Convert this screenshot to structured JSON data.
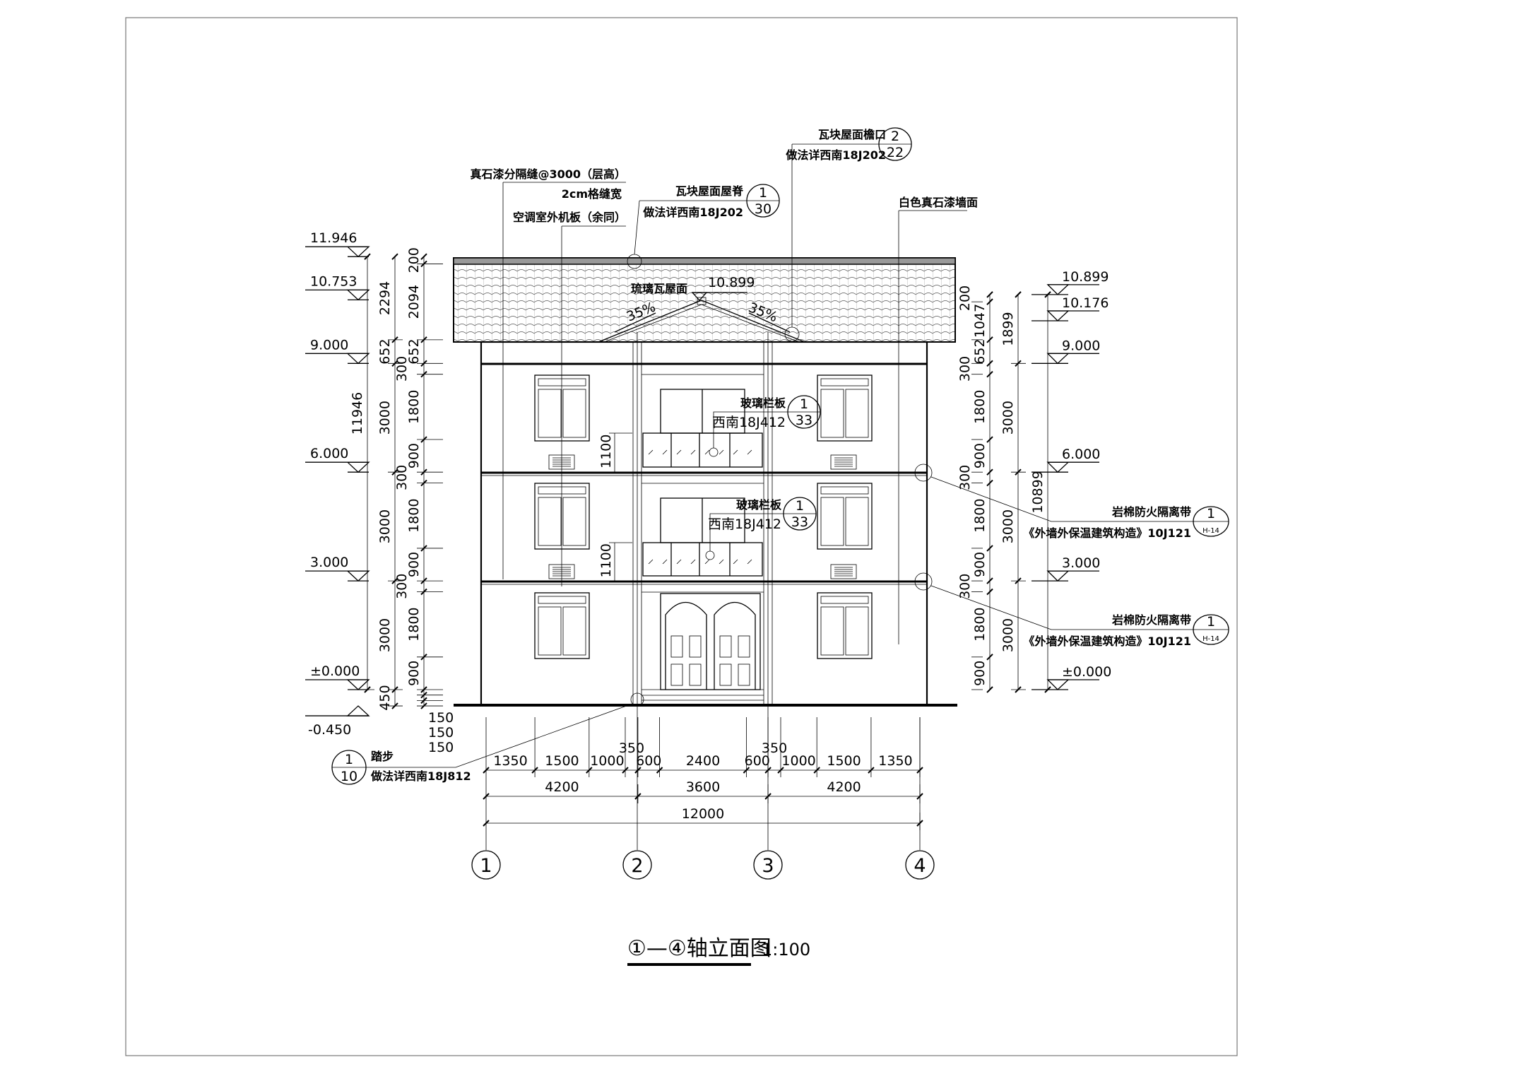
{
  "title": {
    "label": "①—④轴立面图",
    "scale": "1:100"
  },
  "levels_left": [
    "11.946",
    "10.753",
    "9.000",
    "6.000",
    "3.000",
    "±0.000",
    "-0.450"
  ],
  "levels_right": [
    "10.899",
    "10.176",
    "9.000",
    "6.000",
    "3.000",
    "±0.000"
  ],
  "ridge_level": "10.899",
  "slopes": [
    "35%",
    "35%"
  ],
  "dims_left": {
    "outer": [
      "11946"
    ],
    "middle": [
      "2294",
      "652",
      "3000",
      "3000",
      "3000",
      "450"
    ],
    "inner": [
      "200",
      "2094",
      "652",
      "300",
      "1800",
      "900",
      "300",
      "1800",
      "900",
      "300",
      "1800",
      "900",
      "150",
      "150",
      "150"
    ]
  },
  "dims_right": {
    "outer": [
      "10899"
    ],
    "middle": [
      "1899",
      "3000",
      "3000",
      "3000"
    ],
    "inner": [
      "200",
      "1047",
      "652",
      "300",
      "1800",
      "900",
      "300",
      "1800",
      "900",
      "300",
      "1800",
      "900"
    ]
  },
  "dims_bottom": {
    "detail": [
      "1350",
      "1500",
      "1000",
      "350",
      "600",
      "2400",
      "600",
      "350",
      "1000",
      "1500",
      "1350"
    ],
    "bays": [
      "4200",
      "3600",
      "4200"
    ],
    "total": [
      "12000"
    ]
  },
  "balcony_heights": [
    "1100",
    "1100"
  ],
  "axes": [
    "1",
    "2",
    "3",
    "4"
  ],
  "annotations": {
    "joint": {
      "line1": "真石漆分隔缝@3000（层高）",
      "line2": "2cm格缝宽"
    },
    "ac_board": {
      "text": "空调室外机板（余同）"
    },
    "ridge": {
      "title": "瓦块屋面屋脊",
      "ref": "做法详西南18J202",
      "num": "1",
      "page": "30"
    },
    "eave": {
      "title": "瓦块屋面檐口",
      "ref": "做法详西南18J202",
      "num": "2",
      "page": "22"
    },
    "wall": {
      "text": "白色真石漆墙面"
    },
    "roof": {
      "text": "琉璃瓦屋面"
    },
    "railings": [
      {
        "title": "玻璃栏板",
        "ref": "西南18J412",
        "num": "1",
        "page": "33"
      },
      {
        "title": "玻璃栏板",
        "ref": "西南18J412",
        "num": "1",
        "page": "33"
      }
    ],
    "fire_barriers": [
      {
        "title": "岩棉防火隔离带",
        "ref": "《外墙外保温建筑构造》10J121",
        "num": "1",
        "page": "H-14"
      },
      {
        "title": "岩棉防火隔离带",
        "ref": "《外墙外保温建筑构造》10J121",
        "num": "1",
        "page": "H-14"
      }
    ],
    "step": {
      "title": "踏步",
      "ref": "做法详西南18J812",
      "num": "1",
      "page": "10"
    }
  }
}
